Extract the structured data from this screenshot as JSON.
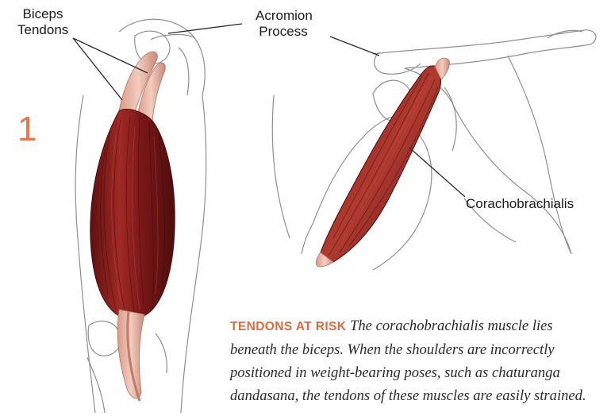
{
  "figure": {
    "number": "1"
  },
  "labels": {
    "biceps_tendons_line1": "Biceps",
    "biceps_tendons_line2": "Tendons",
    "acromion_line1": "Acromion",
    "acromion_line2": "Process",
    "coracobrachialis": "Corachobrachialis"
  },
  "caption": {
    "heading": "TENDONS AT RISK",
    "text": "The corachobrachialis muscle lies beneath the biceps. When the shoulders are incorrectly positioned in weight-bearing poses, such as chaturanga dandasana, the tendons of these muscles are easily strained."
  },
  "colors": {
    "muscle": "#8b1e1e",
    "tendon": "#e8b4a0",
    "bone_outline": "#9a9a9a",
    "accent": "#e06a40",
    "figure_number": "#e87450"
  }
}
